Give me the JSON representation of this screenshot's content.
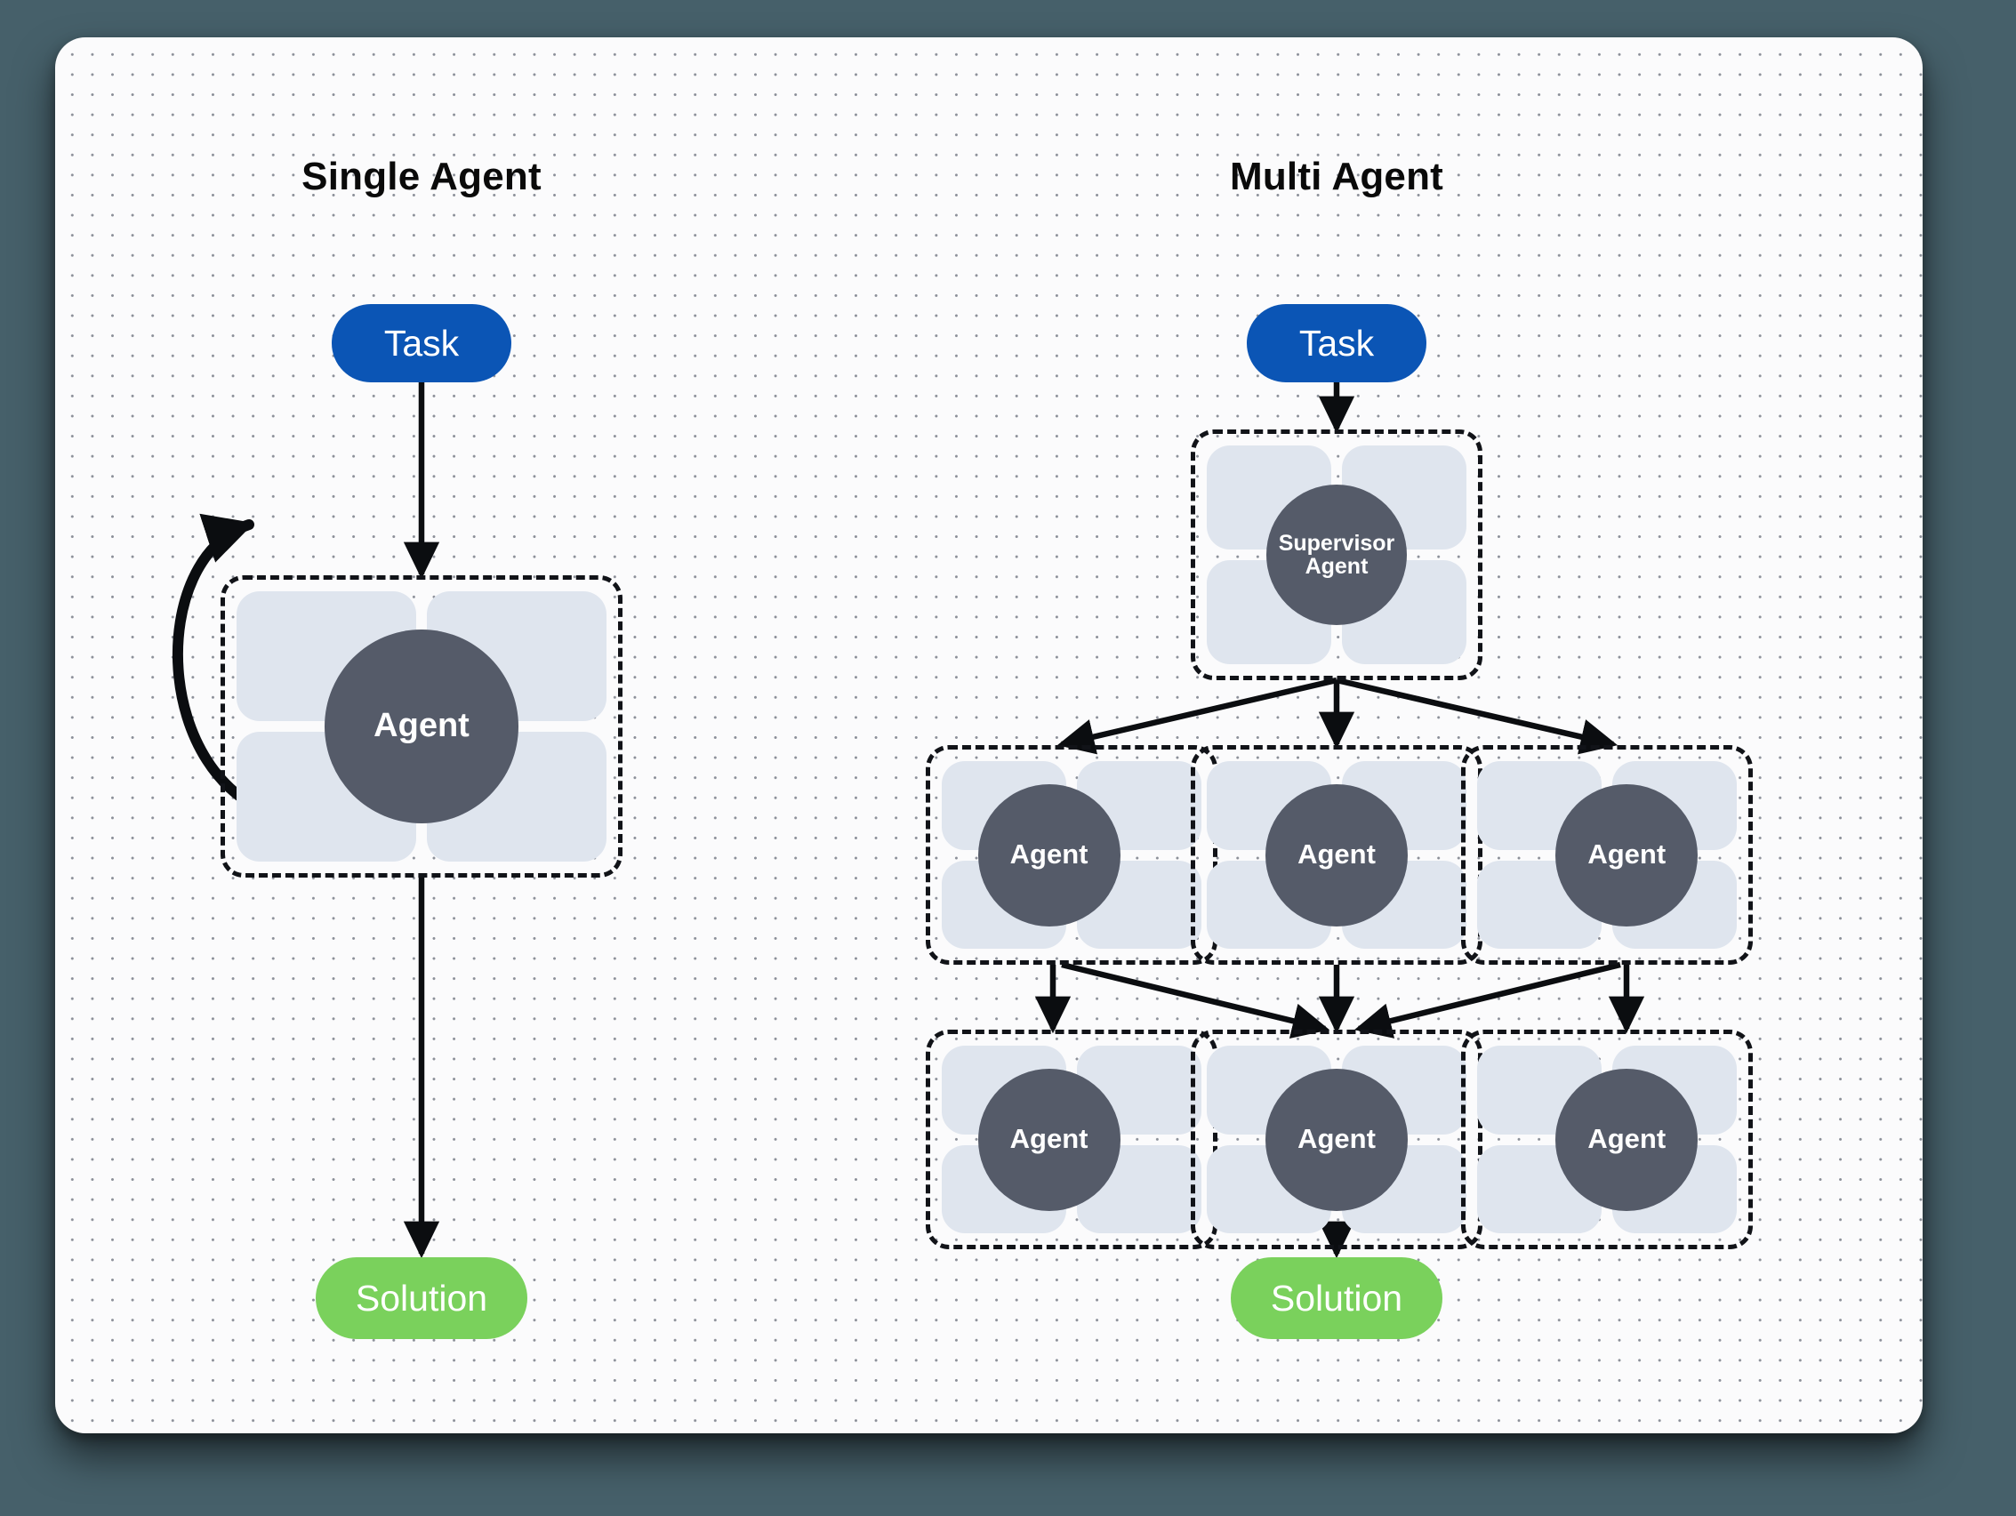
{
  "theme": {
    "page_background": "#46606a",
    "canvas_background": "#fbfbfc",
    "dot_color": "#8b8f98",
    "task_color": "#0b55b5",
    "solution_color": "#7ad15c",
    "agent_core_color": "#555b69",
    "agent_tile_color": "#dfe5ee",
    "edge_color": "#0b0d10",
    "title_color": "#0a0a0a"
  },
  "panels": {
    "single": {
      "title": "Single Agent",
      "task_label": "Task",
      "agent_label": "Agent",
      "solution_label": "Solution"
    },
    "multi": {
      "title": "Multi Agent",
      "task_label": "Task",
      "supervisor_label": "Supervisor\nAgent",
      "solution_label": "Solution",
      "row1": [
        {
          "label": "Agent"
        },
        {
          "label": "Agent"
        },
        {
          "label": "Agent"
        }
      ],
      "row2": [
        {
          "label": "Agent"
        },
        {
          "label": "Agent"
        },
        {
          "label": "Agent"
        }
      ]
    }
  },
  "diagram_data": {
    "type": "diagram",
    "description": "Comparison of single-agent and multi-agent architectures",
    "nodes": [
      {
        "id": "s-task",
        "label": "Task",
        "panel": "single",
        "shape": "pill",
        "color": "#0b55b5"
      },
      {
        "id": "s-agent",
        "label": "Agent",
        "panel": "single",
        "shape": "agent-cluster"
      },
      {
        "id": "s-solution",
        "label": "Solution",
        "panel": "single",
        "shape": "pill",
        "color": "#7ad15c"
      },
      {
        "id": "m-task",
        "label": "Task",
        "panel": "multi",
        "shape": "pill",
        "color": "#0b55b5"
      },
      {
        "id": "m-supervisor",
        "label": "Supervisor Agent",
        "panel": "multi",
        "shape": "agent-cluster"
      },
      {
        "id": "m-a1",
        "label": "Agent",
        "panel": "multi",
        "shape": "agent-cluster",
        "row": 1
      },
      {
        "id": "m-a2",
        "label": "Agent",
        "panel": "multi",
        "shape": "agent-cluster",
        "row": 1
      },
      {
        "id": "m-a3",
        "label": "Agent",
        "panel": "multi",
        "shape": "agent-cluster",
        "row": 1
      },
      {
        "id": "m-b1",
        "label": "Agent",
        "panel": "multi",
        "shape": "agent-cluster",
        "row": 2
      },
      {
        "id": "m-b2",
        "label": "Agent",
        "panel": "multi",
        "shape": "agent-cluster",
        "row": 2
      },
      {
        "id": "m-b3",
        "label": "Agent",
        "panel": "multi",
        "shape": "agent-cluster",
        "row": 2
      },
      {
        "id": "m-solution",
        "label": "Solution",
        "panel": "multi",
        "shape": "pill",
        "color": "#7ad15c"
      }
    ],
    "edges": [
      {
        "from": "s-task",
        "to": "s-agent",
        "style": "straight-arrow"
      },
      {
        "from": "s-agent",
        "to": "s-agent",
        "style": "curved-self-loop-arrow"
      },
      {
        "from": "s-agent",
        "to": "s-solution",
        "style": "straight-arrow"
      },
      {
        "from": "m-task",
        "to": "m-supervisor",
        "style": "straight-arrow"
      },
      {
        "from": "m-supervisor",
        "to": "m-a1",
        "style": "straight-arrow"
      },
      {
        "from": "m-supervisor",
        "to": "m-a2",
        "style": "straight-arrow"
      },
      {
        "from": "m-supervisor",
        "to": "m-a3",
        "style": "straight-arrow"
      },
      {
        "from": "m-a1",
        "to": "m-b1",
        "style": "straight-arrow"
      },
      {
        "from": "m-a1",
        "to": "m-b2",
        "style": "straight-arrow"
      },
      {
        "from": "m-a2",
        "to": "m-b2",
        "style": "straight-arrow"
      },
      {
        "from": "m-a3",
        "to": "m-b2",
        "style": "straight-arrow"
      },
      {
        "from": "m-a3",
        "to": "m-b3",
        "style": "straight-arrow"
      },
      {
        "from": "m-b2",
        "to": "m-solution",
        "style": "straight-arrow"
      }
    ]
  }
}
